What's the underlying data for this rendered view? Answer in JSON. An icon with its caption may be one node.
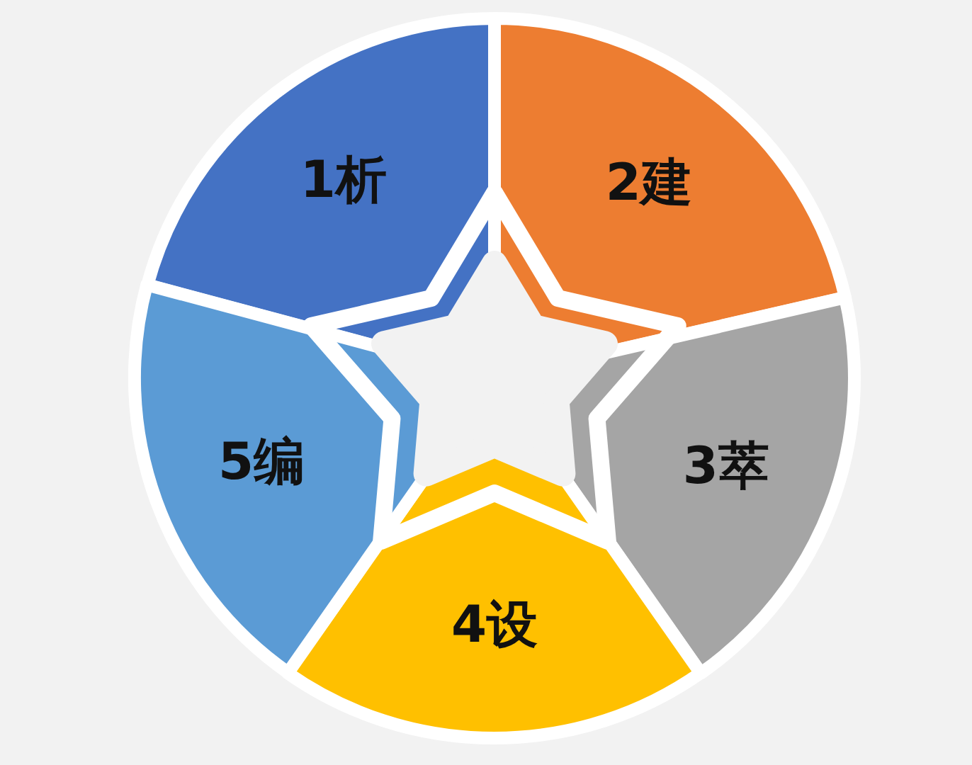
{
  "diagram": {
    "nodes": [
      {
        "text": [
          "1析"
        ]
      },
      {
        "text": [
          "2建"
        ]
      },
      {
        "text": [
          "3萃"
        ]
      },
      {
        "text": [
          "4设"
        ]
      },
      {
        "text": [
          "5编"
        ]
      },
      {
        "text": [],
        "shape": "star"
      }
    ]
  }
}
